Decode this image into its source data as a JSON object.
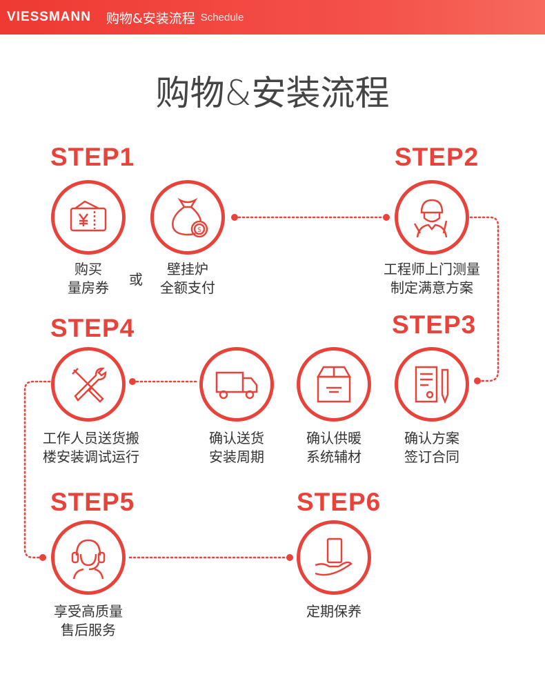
{
  "header": {
    "logo": "VIESSMANN",
    "title": "购物&安装流程",
    "subtitle": "Schedule"
  },
  "title": "购物&安装流程",
  "steps": {
    "s1": "STEP1",
    "s2": "STEP2",
    "s3": "STEP3",
    "s4": "STEP4",
    "s5": "STEP5",
    "s6": "STEP6"
  },
  "items": {
    "voucher": [
      "购买",
      "量房券"
    ],
    "or": "或",
    "full_pay": [
      "壁挂炉",
      "全额支付"
    ],
    "engineer": [
      "工程师上门测量",
      "制定满意方案"
    ],
    "contract": [
      "确认方案",
      "签订合同"
    ],
    "materials": [
      "确认供暖",
      "系统辅材"
    ],
    "delivery": [
      "确认送货",
      "安装周期"
    ],
    "install": [
      "工作人员送货搬",
      "楼安装调试运行"
    ],
    "service": [
      "享受高质量",
      "售后服务"
    ],
    "maintenance": [
      "定期保养"
    ]
  },
  "colors": {
    "accent": "#e8433b",
    "text": "#333333"
  }
}
